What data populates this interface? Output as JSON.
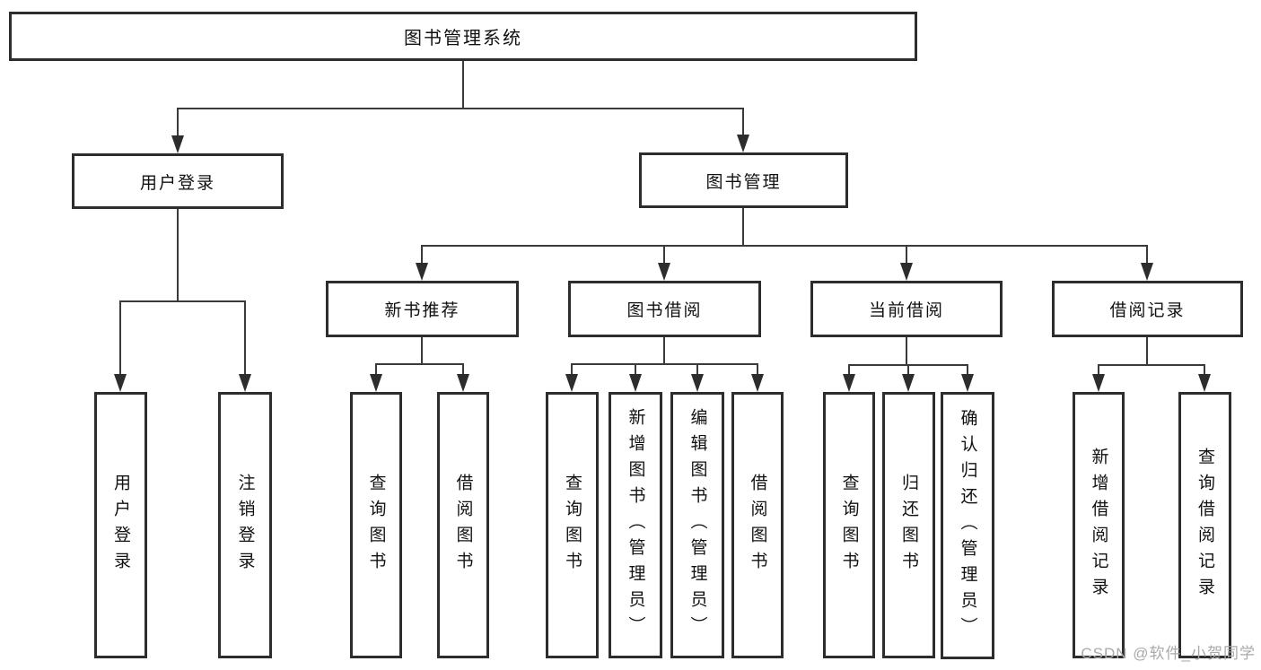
{
  "tree": {
    "label": "图书管理系统",
    "children": [
      {
        "label": "用户登录",
        "children": [
          {
            "label": "用户登录"
          },
          {
            "label": "注销登录"
          }
        ]
      },
      {
        "label": "图书管理",
        "children": [
          {
            "label": "新书推荐",
            "children": [
              {
                "label": "查询图书"
              },
              {
                "label": "借阅图书"
              }
            ]
          },
          {
            "label": "图书借阅",
            "children": [
              {
                "label": "查询图书"
              },
              {
                "label": "新增图书（管理员）"
              },
              {
                "label": "编辑图书（管理员）"
              },
              {
                "label": "借阅图书"
              }
            ]
          },
          {
            "label": "当前借阅",
            "children": [
              {
                "label": "查询图书"
              },
              {
                "label": "归还图书"
              },
              {
                "label": "确认归还（管理员）"
              }
            ]
          },
          {
            "label": "借阅记录",
            "children": [
              {
                "label": "新增借阅记录"
              },
              {
                "label": "查询借阅记录"
              }
            ]
          }
        ]
      }
    ]
  },
  "watermark": "CSDN @软件_小贺同学",
  "colors": {
    "line": "#3a3a3a",
    "box_border": "#2d2d2d",
    "text": "#111111",
    "watermark": "#a9a9a9",
    "background": "#ffffff"
  }
}
